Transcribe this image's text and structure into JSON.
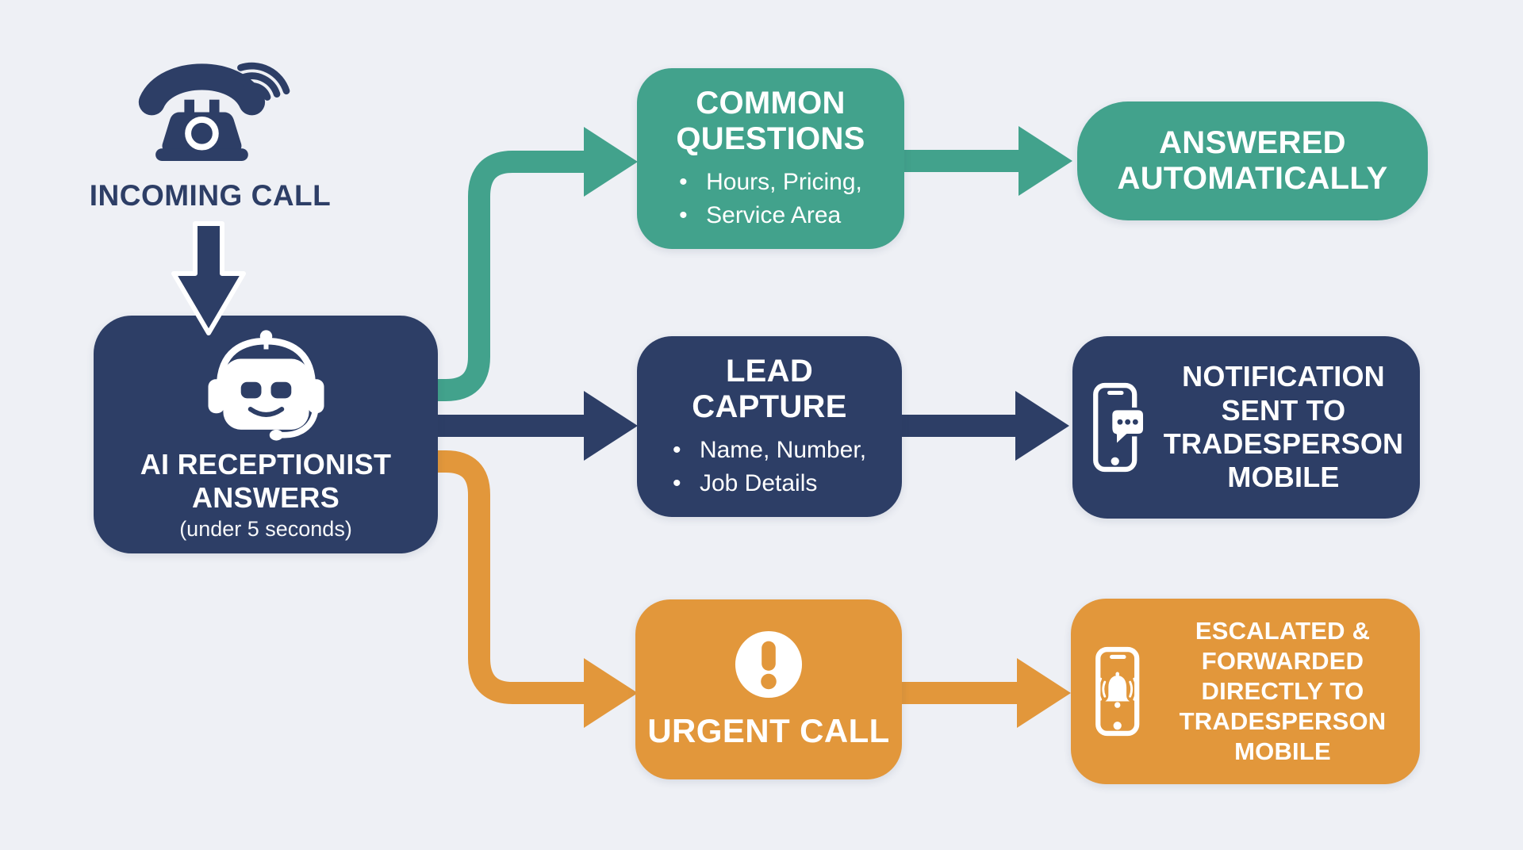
{
  "palette": {
    "navy": "#2d3e66",
    "teal": "#42a28c",
    "orange": "#e2973b",
    "background": "#eef0f5",
    "text_light": "#ffffff"
  },
  "glyphs": {
    "bullet": "•"
  },
  "nodes": {
    "incoming_call": {
      "icon": "ringing-phone-icon",
      "label": "INCOMING CALL"
    },
    "ai_receptionist": {
      "icon": "robot-headset-icon",
      "title_lines": [
        "AI RECEPTIONIST",
        "ANSWERS"
      ],
      "subtitle": "(under 5 seconds)"
    },
    "common_questions": {
      "title_lines": [
        "COMMON",
        "QUESTIONS"
      ],
      "bullets": [
        "Hours, Pricing,",
        "Service Area"
      ]
    },
    "answered_automatically": {
      "title_lines": [
        "ANSWERED",
        "AUTOMATICALLY"
      ]
    },
    "lead_capture": {
      "title_lines": [
        "LEAD",
        "CAPTURE"
      ],
      "bullets": [
        "Name, Number,",
        "Job Details"
      ]
    },
    "notification_sent": {
      "icon": "phone-message-icon",
      "title_lines": [
        "NOTIFICATION",
        "SENT TO",
        "TRADESPERSON",
        "MOBILE"
      ]
    },
    "urgent_call": {
      "icon": "exclamation-circle-icon",
      "label": "URGENT CALL"
    },
    "escalated": {
      "icon": "phone-alert-icon",
      "title_lines": [
        "ESCALATED &",
        "FORWARDED",
        "DIRECTLY TO",
        "TRADESPERSON",
        "MOBILE"
      ]
    }
  }
}
